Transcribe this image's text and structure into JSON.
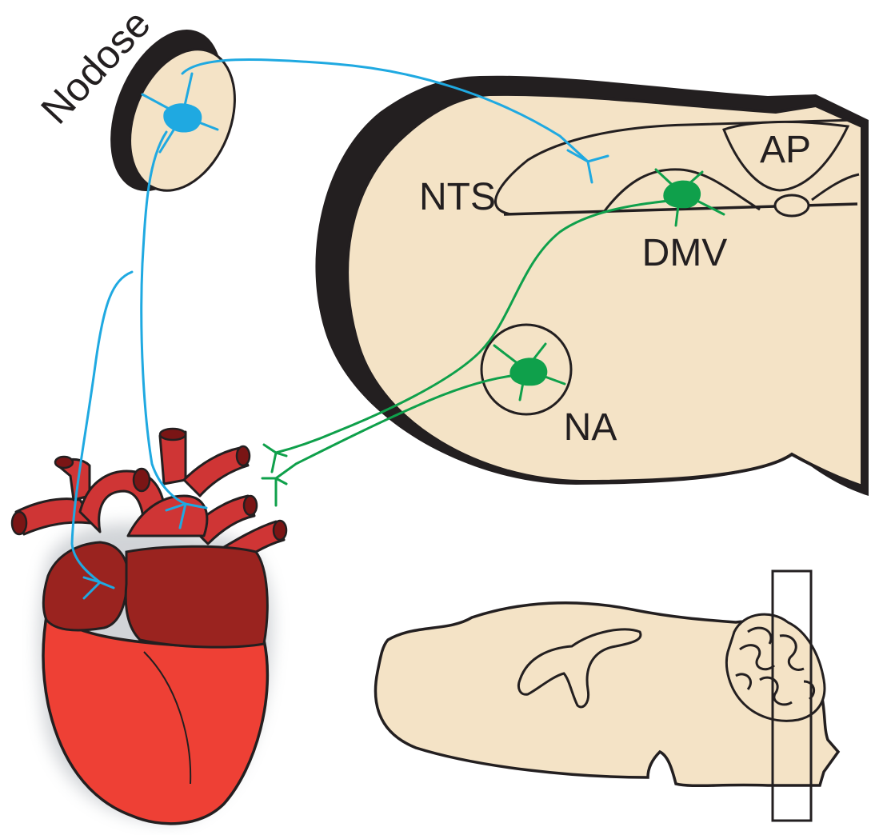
{
  "labels": {
    "nodose": "Nodose",
    "ap": "AP",
    "nts": "NTS",
    "dmv": "DMV",
    "na": "NA"
  },
  "colors": {
    "tissue": "#f4e3c6",
    "outline": "#231f20",
    "sensory_neuron": "#1fa9e1",
    "motor_neuron": "#0fa04b",
    "heart_ventricle": "#ee4035",
    "heart_atria": "#9a231f",
    "heart_vessels": "#cf3535",
    "vessel_lumen": "#7a1515"
  },
  "icons": {
    "sensory_neuron": "neuron-icon",
    "motor_neuron": "neuron-icon",
    "synapse": "synapse-terminal-icon",
    "heart": "heart-icon",
    "brain": "brain-icon"
  }
}
